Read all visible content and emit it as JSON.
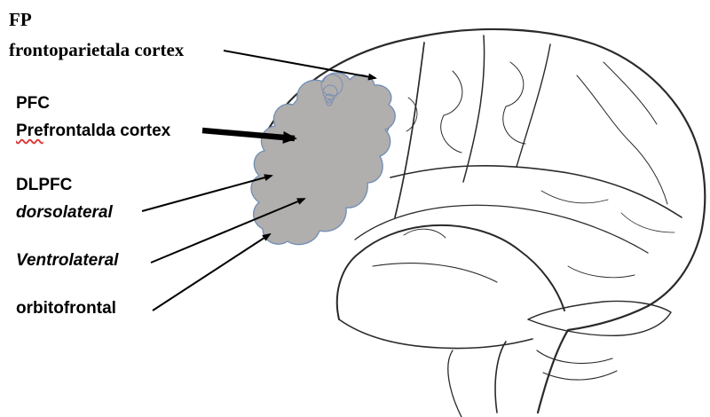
{
  "labels": {
    "fp_abbr": "FP",
    "fp_name": "frontoparietala cortex",
    "pfc_abbr": "PFC",
    "pfc_prefix": "Pre",
    "pfc_rest": "frontalda cortex",
    "dlpfc_abbr": "DLPFC",
    "dlpfc_name": "dorsolateral",
    "ventro": "Ventrolateral",
    "orbito": "orbitofrontal"
  },
  "colors": {
    "highlight_fill": "#b1aeae",
    "highlight_stroke": "#6f8db4",
    "arrow": "#000000",
    "brain_outline": "#2a2a2a"
  }
}
